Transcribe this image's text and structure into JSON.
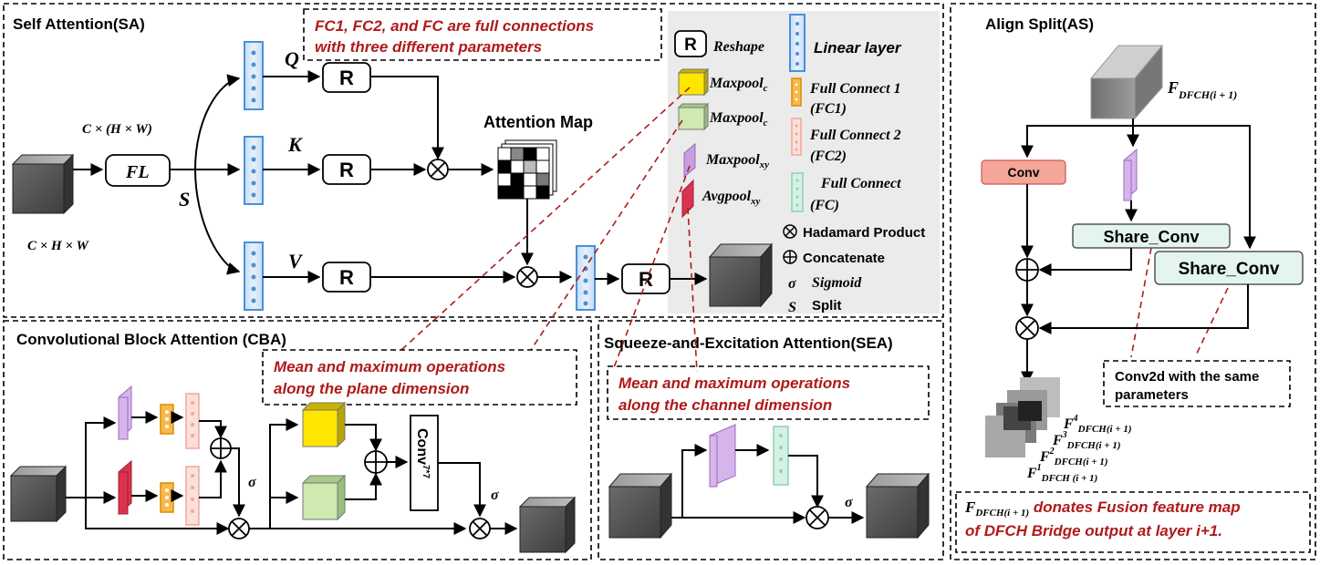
{
  "sections": {
    "sa": "Self Attention(SA)",
    "cba": "Convolutional Block Attention (CBA)",
    "sea": "Squeeze-and-Excitation Attention(SEA)",
    "as": "Align Split(AS)"
  },
  "notes": {
    "fc_line1": "FC1, FC2, and FC are full connections",
    "fc_line2": "with three different parameters",
    "plane_line1": "Mean and maximum operations",
    "plane_line2": "along the plane dimension",
    "channel_line1": "Mean and maximum operations",
    "channel_line2": "along the channel dimension",
    "conv2d_line1": "Conv2d with the same",
    "conv2d_line2": "parameters",
    "fusion_line1_sym": "F",
    "fusion_line1_sub": "DFCH(i + 1)",
    "fusion_line1_text": " donates Fusion feature map",
    "fusion_line2": "of DFCH Bridge output at layer i+1."
  },
  "sa": {
    "dims_top": "C × (H × W)",
    "dims_bottom": "C × H × W",
    "fl": "FL",
    "s": "S",
    "q": "Q",
    "k": "K",
    "v": "V",
    "r": "R",
    "attention_map": "Attention Map",
    "hadamard": "⊗"
  },
  "legend": {
    "r_box": "R",
    "reshape": "Reshape",
    "linear": "Linear layer",
    "maxpool_c_1": "Maxpool",
    "maxpool_c_1_sub": "c",
    "maxpool_c_2": "Maxpool",
    "maxpool_c_2_sub": "c",
    "maxpool_xy": "Maxpool",
    "maxpool_xy_sub": "xy",
    "avgpool_xy": "Avgpool",
    "avgpool_xy_sub": "xy",
    "fc1_a": "Full Connect 1",
    "fc1_b": "(FC1)",
    "fc2_a": "Full Connect 2",
    "fc2_b": "(FC2)",
    "fc_a": "Full Connect",
    "fc_b": "(FC)",
    "hadamard_sym": "⊗",
    "hadamard": "Hadamard Product",
    "concat_sym": "⊕",
    "concat": "Concatenate",
    "sigma_sym": "σ",
    "sigmoid": "Sigmoid",
    "s_sym": "S",
    "split": "Split"
  },
  "cba": {
    "conv": "Conv",
    "conv_sup": "7*7",
    "sigma1": "σ",
    "sigma2": "σ"
  },
  "sea": {
    "sigma": "σ"
  },
  "as": {
    "input_F": "F",
    "input_sub": "DFCH(i + 1)",
    "conv": "Conv",
    "share_conv_1": "Share_Conv",
    "share_conv_2": "Share_Conv",
    "out4": "F",
    "out4_sup": "4",
    "out4_sub": "DFCH(i + 1)",
    "out3": "F",
    "out3_sup": "3",
    "out3_sub": "DFCH(i + 1)",
    "out2": "F",
    "out2_sup": "2",
    "out2_sub": "DFCH(i + 1)",
    "out1": "F",
    "out1_sup": "1",
    "out1_sub": "DFCH  (i + 1)"
  },
  "colors": {
    "note_red": "#b01a1a",
    "linear_blue": "#4a90d9",
    "linear_fill": "#d6e6f7",
    "maxpool_c_yellow": "#ffe600",
    "maxpool_c_green": "#cfe9b0",
    "maxpool_xy_purple": "#d6b6ea",
    "avgpool_red": "#d9344f",
    "fc1_orange": "#f5a623",
    "fc2_pink": "#f7c9c0",
    "fc_mint": "#c2ead9",
    "conv_salmon": "#f4a698",
    "share_conv_mint": "#e3f5ee",
    "legend_bg": "#ebebeb",
    "cube_gray": "#5a5a5a"
  }
}
